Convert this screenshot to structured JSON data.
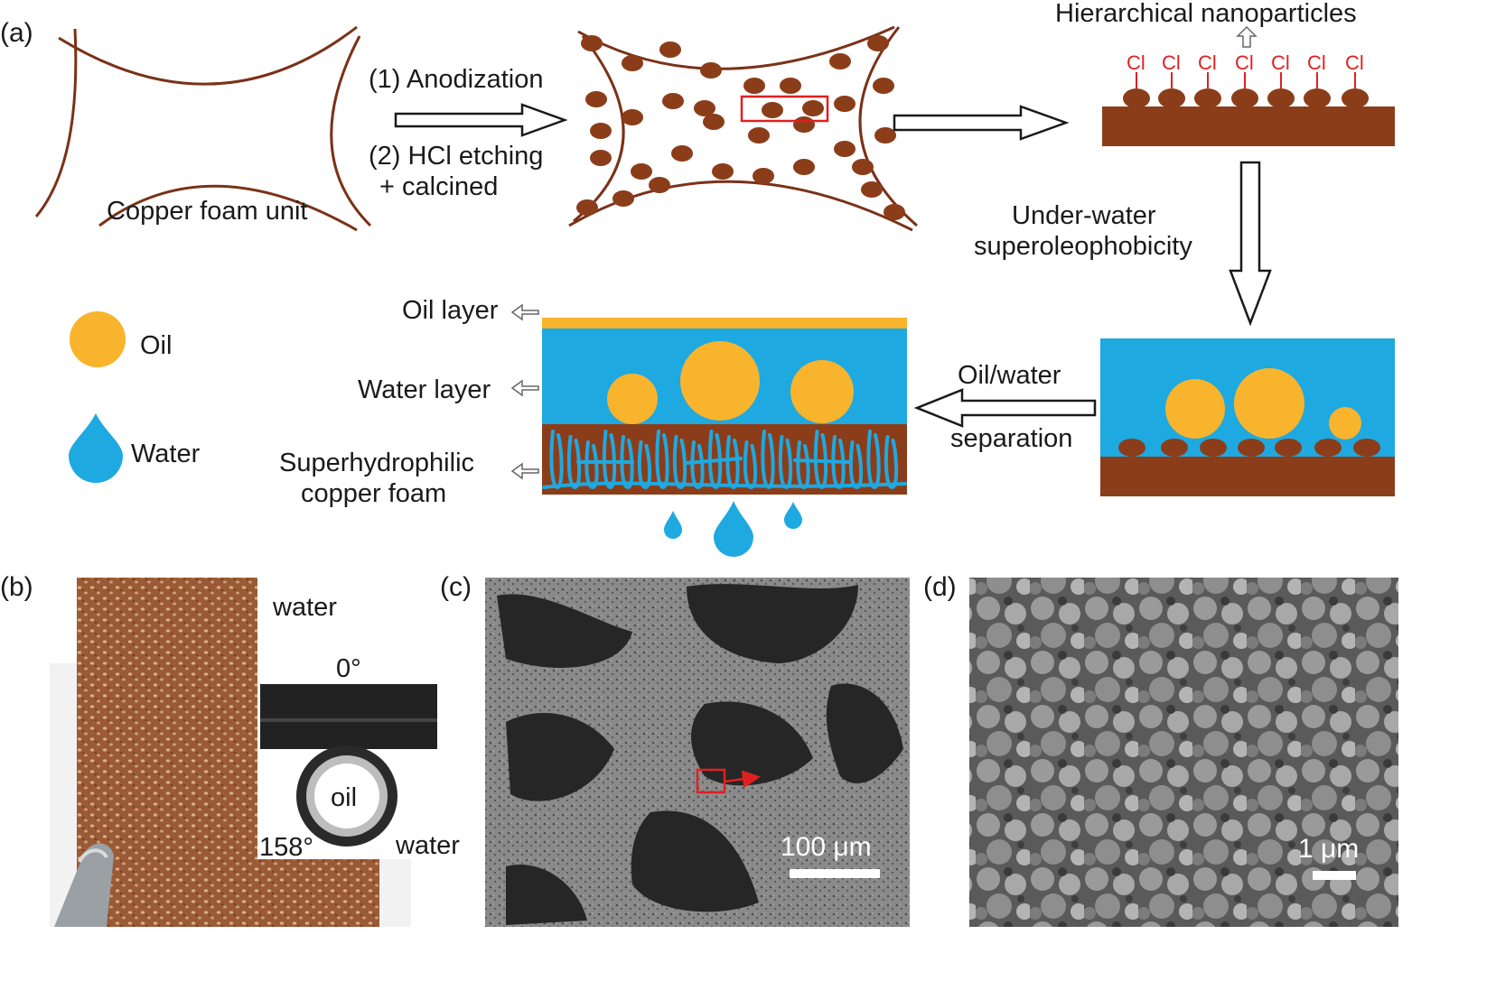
{
  "colors": {
    "copper": "#8b3d1a",
    "copper_line": "#7a3218",
    "oil": "#f9b42d",
    "water": "#1ea9e1",
    "chloride": "#e02020",
    "sem_gray": "#6f6f6f"
  },
  "panel_a": {
    "label": "(a)",
    "copper_unit": "Copper foam unit",
    "step1": "(1) Anodization",
    "step2": "(2) HCl etching",
    "step3": "+ calcined",
    "hierarchical": "Hierarchical  nanoparticles",
    "cl": "Cl",
    "underwater_1": "Under-water",
    "underwater_2": "superoleophobicity",
    "sep_1": "Oil/water",
    "sep_2": "separation",
    "legend_oil": "Oil",
    "legend_water": "Water",
    "oil_layer": "Oil layer",
    "water_layer": "Water layer",
    "foam_1": "Superhydrophilic",
    "foam_2": "copper foam"
  },
  "panel_b": {
    "label": "(b)",
    "water_top": "water",
    "angle_top": "0°",
    "oil": "oil",
    "angle_bottom": "158°",
    "water_bottom": "water"
  },
  "panel_c": {
    "label": "(c)",
    "scale": "100 μm"
  },
  "panel_d": {
    "label": "(d)",
    "scale": "1 μm"
  }
}
